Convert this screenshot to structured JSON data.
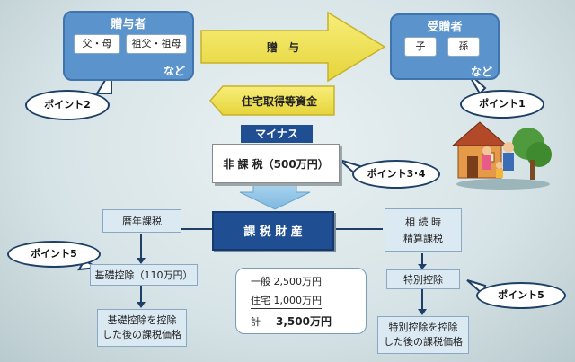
{
  "donor": {
    "title": "贈与者",
    "items": [
      "父・母",
      "祖父・祖母"
    ],
    "suffix": "など"
  },
  "recipient": {
    "title": "受贈者",
    "items": [
      "子",
      "孫"
    ],
    "suffix": "など"
  },
  "gift_arrow": "贈　与",
  "housing_fund": "住宅取得等資金",
  "minus": "マイナス",
  "non_taxable": "非 課 税（500万円）",
  "taxable_property": "課 税 財 産",
  "annual": "暦年課税",
  "basic_deduction": "基礎控除（110万円）",
  "basic_result": "基礎控除を控除\nした後の課税価格",
  "settlement": "相 続 時\n精算課税",
  "special_deduction": "特別控除",
  "special_result": "特別控除を控除\nした後の課税価格",
  "breakdown": {
    "general": "一般 2,500万円",
    "housing": "住宅 1,000万円",
    "total_label": "計",
    "total_value": "3,500万円"
  },
  "points": {
    "p1": "ポイント1",
    "p2": "ポイント2",
    "p34": "ポイント3･4",
    "p5_left": "ポイント5",
    "p5_right": "ポイント5"
  },
  "colors": {
    "blue": "#5b93cc",
    "navy": "#1f4e93",
    "arrow_yellow": "#f0e04a",
    "arrow_border": "#c7b22a"
  }
}
